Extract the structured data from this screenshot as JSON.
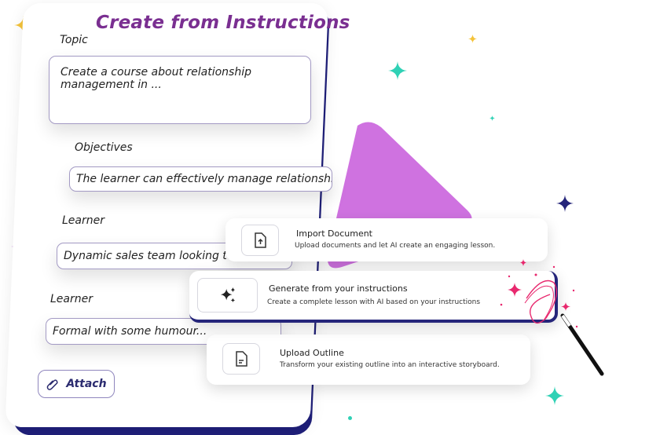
{
  "panel": {
    "title": "Create from Instructions",
    "topic_label": "Topic",
    "topic_value": "Create a course about relationship management in ...",
    "objectives_label": "Objectives",
    "objectives_value": "The learner can effectively manage relationship ...",
    "learner1_label": "Learner",
    "learner1_value": "Dynamic sales team looking to improve skills",
    "learner2_label": "Learner",
    "learner2_value": "Formal with some humour...",
    "attach_label": "Attach"
  },
  "options": [
    {
      "title": "Import Document",
      "description": "Upload documents and let AI create an engaging lesson.",
      "icon": "document-upload-icon"
    },
    {
      "title": "Generate from your instructions",
      "description": "Create a complete lesson with AI based on your instructions",
      "icon": "sparkles-icon"
    },
    {
      "title": "Upload Outline",
      "description": "Transform your existing outline into an interactive storyboard.",
      "icon": "outline-document-icon"
    }
  ],
  "colors": {
    "title": "#7a2f91",
    "border_accent": "#1f1f7a",
    "purple_shape": "#cf72e0",
    "yellow_shape": "#f6b80f",
    "teal_sparkle": "#2fd1b5",
    "gold_sparkle": "#f4c33a",
    "pink_sparkle": "#e8286e"
  }
}
